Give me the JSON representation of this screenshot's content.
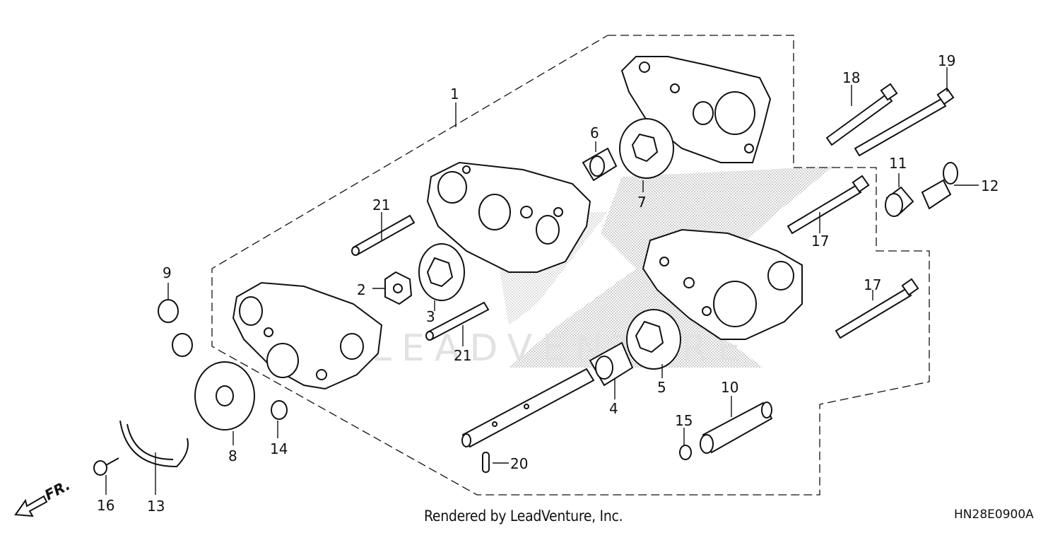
{
  "diagram": {
    "callouts": [
      {
        "id": "1",
        "label": "1"
      },
      {
        "id": "2",
        "label": "2"
      },
      {
        "id": "3",
        "label": "3"
      },
      {
        "id": "4",
        "label": "4"
      },
      {
        "id": "5",
        "label": "5"
      },
      {
        "id": "6",
        "label": "6"
      },
      {
        "id": "7",
        "label": "7"
      },
      {
        "id": "8",
        "label": "8"
      },
      {
        "id": "9",
        "label": "9"
      },
      {
        "id": "10",
        "label": "10"
      },
      {
        "id": "11",
        "label": "11"
      },
      {
        "id": "12",
        "label": "12"
      },
      {
        "id": "13",
        "label": "13"
      },
      {
        "id": "14",
        "label": "14"
      },
      {
        "id": "15",
        "label": "15"
      },
      {
        "id": "16",
        "label": "16"
      },
      {
        "id": "17a",
        "label": "17"
      },
      {
        "id": "17b",
        "label": "17"
      },
      {
        "id": "18",
        "label": "18"
      },
      {
        "id": "19",
        "label": "19"
      },
      {
        "id": "20",
        "label": "20"
      },
      {
        "id": "21a",
        "label": "21"
      },
      {
        "id": "21b",
        "label": "21"
      }
    ],
    "direction_label": "FR.",
    "watermark_text": "LEADVENTURE"
  },
  "footer": {
    "credit": "Rendered by LeadVenture, Inc.",
    "diagram_code": "HN28E0900A"
  }
}
